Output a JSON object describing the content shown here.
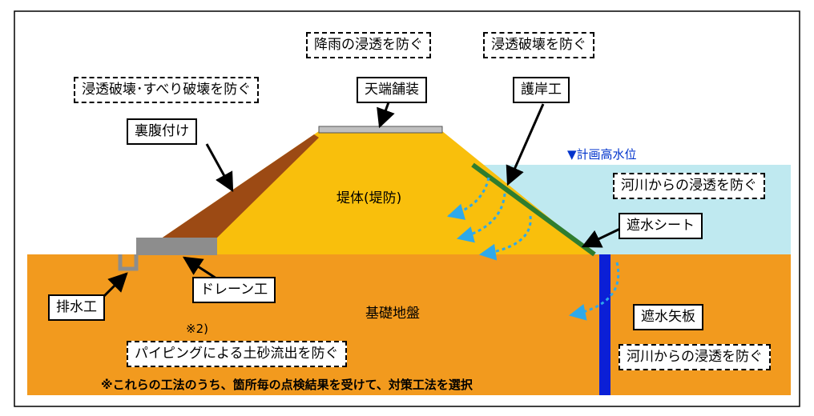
{
  "labels": {
    "rain_prevention": "降雨の浸透を防ぐ",
    "seepage_prevention": "浸透破壊を防ぐ",
    "seepage_slide_prevention": "浸透破壊･すべり破壊を防ぐ",
    "crest_paving": "天端舗装",
    "revetment": "護岸工",
    "back_slope_fill": "裏腹付け",
    "planned_high_water": "▼計画高水位",
    "embankment_body": "堤体(堤防)",
    "river_seepage_upper": "河川からの浸透を防ぐ",
    "waterproof_sheet": "遮水シート",
    "drainage_channel": "排水工",
    "drain_work": "ドレーン工",
    "foundation": "基礎地盤",
    "note_mark": "※2)",
    "piping_prevention": "パイピングによる土砂流出を防ぐ",
    "sheet_pile": "遮水矢板",
    "river_seepage_lower": "河川からの浸透を防ぐ",
    "footnote": "※これらの工法のうち、箇所毎の点検結果を受けて、対策工法を選択"
  },
  "colors": {
    "ground": "#f29a1e",
    "embankment": "#f9bf0c",
    "river": "#bfe9f0",
    "back_fill": "#9c4a14",
    "drain": "#8d8d8d",
    "paving": "#c0c0c0",
    "sheet": "#2f7d2f",
    "sheet_pile": "#0b1fd6",
    "seepage_arrow": "#2ea9ea"
  }
}
